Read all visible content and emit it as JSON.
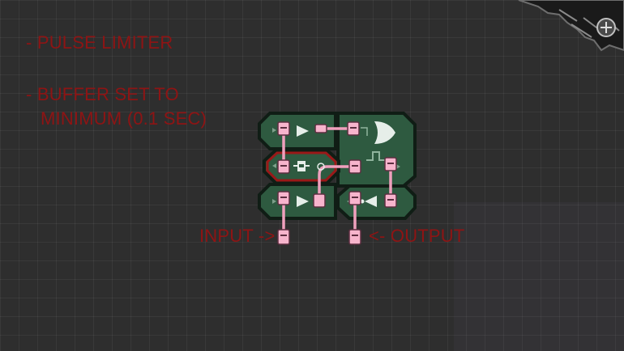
{
  "notes": {
    "line1": "- PULSE LIMITER",
    "line2": "- BUFFER SET TO",
    "line3": "MINIMUM (0.1 SEC)"
  },
  "labels": {
    "input": "INPUT ->",
    "output": "<- OUTPUT"
  },
  "circuit": {
    "gates": [
      {
        "type": "buffer",
        "name": "top-left-buffer"
      },
      {
        "type": "or",
        "name": "or-gate"
      },
      {
        "type": "buffer-timer",
        "name": "buffer-timer",
        "selected": true
      },
      {
        "type": "buffer",
        "name": "bottom-left-buffer"
      },
      {
        "type": "not",
        "name": "not-gate"
      }
    ],
    "filter_icon": "pulse-filter-icon"
  },
  "colors": {
    "background": "#2e2e2e",
    "text": "#8e1414",
    "gate_fill": "#2e5a40",
    "gate_border": "#101d15",
    "wire": "#f0a0bd",
    "port": "#f7b4cc",
    "selection": "#9a1818"
  }
}
